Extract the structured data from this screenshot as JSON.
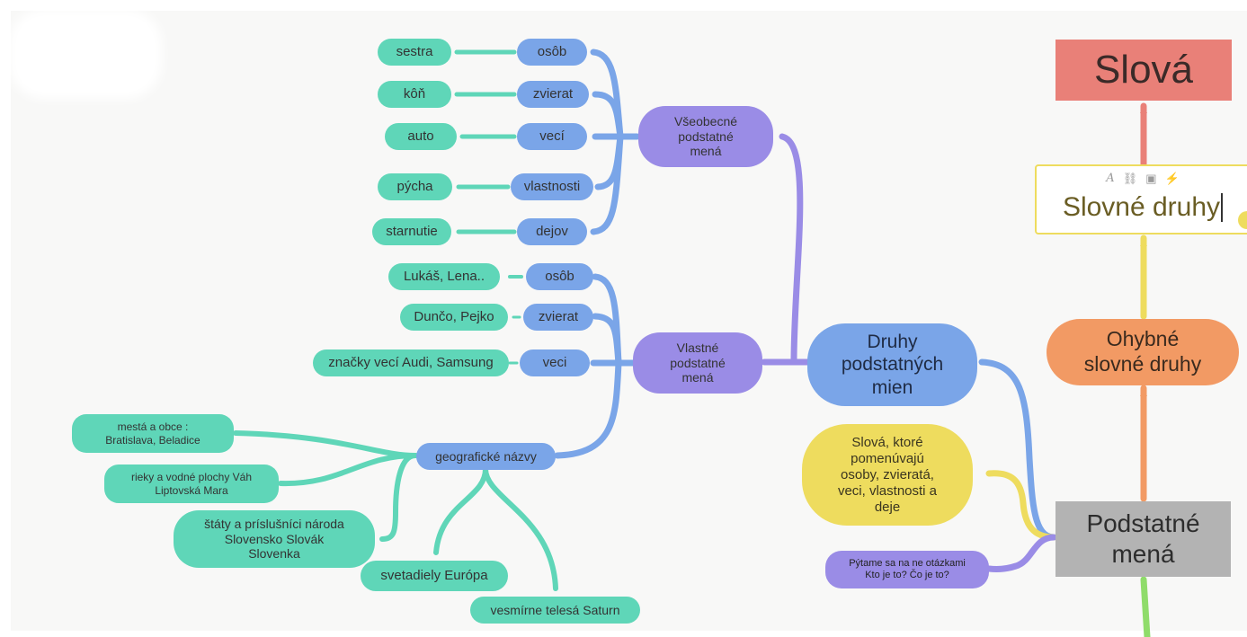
{
  "colors": {
    "teal": "#5fd6b8",
    "blue": "#7aa5e8",
    "purple": "#9a8ce6",
    "red": "#e98078",
    "yellow": "#eedc5e",
    "orange": "#f29a64",
    "gray": "#b3b3b3",
    "green": "#8fdc6a"
  },
  "right_column": {
    "top": "Slová",
    "edited": "Slovné druhy",
    "toolbar_icons": [
      "text-format-icon",
      "link-icon",
      "image-icon",
      "lightning-icon"
    ],
    "inflected": "Ohybné\nslovné druhy",
    "nouns": "Podstatné\nmená"
  },
  "center": {
    "main": "Druhy\npodstatných\nmien",
    "definition": "Slová, ktoré\npomenúvajú\nosoby, zvieratá,\nveci, vlastnosti a\ndeje",
    "question": "Pýtame sa na ne otázkami\nKto je to? Čo je to?"
  },
  "common": {
    "label": "Všeobecné\npodstatné\nmená",
    "categories": [
      "osôb",
      "zvierat",
      "vecí",
      "vlastnosti",
      "dejov"
    ],
    "examples": [
      "sestra",
      "kôň",
      "auto",
      "pýcha",
      "starnutie"
    ]
  },
  "proper": {
    "label": "Vlastné\npodstatné\nmená",
    "categories": [
      "osôb",
      "zvierat",
      "veci"
    ],
    "examples": [
      "Lukáš, Lena..",
      "Dunčo, Pejko",
      "značky vecí Audi, Samsung"
    ]
  },
  "geo": {
    "label": "geografické názvy",
    "items": [
      "mestá a obce :\nBratislava, Beladice",
      "rieky a vodné plochy Váh\nLiptovská Mara",
      "štáty a príslušníci národa\nSlovensko Slovák\nSlovenka",
      "svetadiely Európa",
      "vesmírne telesá Saturn"
    ]
  }
}
